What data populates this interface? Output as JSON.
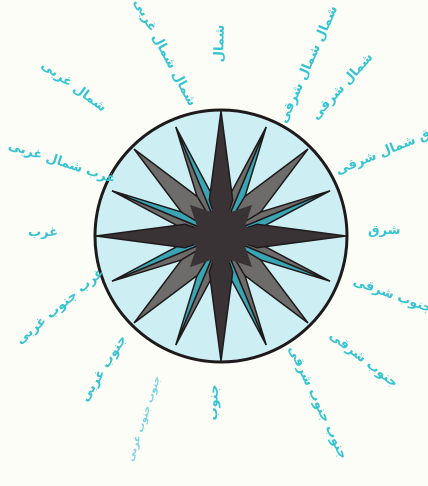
{
  "labels": {
    "n": "شمال",
    "nbe": "شمال شمال شرقی",
    "ne": "شمال شرقی",
    "enе": "شرق شمال شرقی",
    "e": "شرق",
    "ese": "شرق جنوب شرقی",
    "se": "جنوب شرقی",
    "sse": "جنوب جنوب شرقی",
    "s": "جنوب",
    "ssw": "جنوب جنوب غربی",
    "sw": "جنوب غربی",
    "wsw": "غرب جنوب غربی",
    "w": "غرب",
    "wnw": "غرب شمال غربی",
    "nw": "شمال غربی",
    "nnw": "شمال شمال غربی"
  },
  "colors": {
    "background": "#fdfdf8",
    "disc": "#cdeff3",
    "point_dark": "#3a3335",
    "point_gray": "#6e6b6b",
    "point_teal": "#3aa5b3",
    "label": "#35c4d2"
  }
}
